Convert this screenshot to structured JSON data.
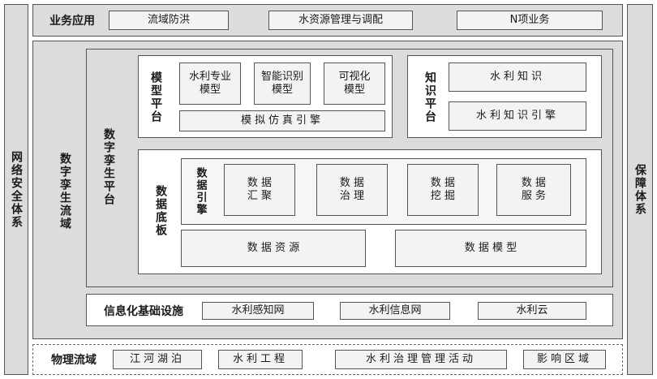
{
  "left_side": "网络安全体系",
  "right_side": "保障体系",
  "business": {
    "title": "业务应用",
    "items": [
      "流域防洪",
      "水资源管理与调配",
      "N项业务"
    ]
  },
  "twin_basin": "数字孪生流域",
  "twin_platform": "数字孪生平台",
  "model_platform": {
    "title": "模型平台",
    "models": [
      "水利专业\n模型",
      "智能识别\n模型",
      "可视化\n模型"
    ],
    "engine": "模拟仿真引擎"
  },
  "knowledge_platform": {
    "title": "知识平台",
    "items": [
      "水利知识",
      "水利知识引擎"
    ]
  },
  "data_base": {
    "title": "数据底板",
    "engine_title": "数据引擎",
    "engine_items": [
      "数 据\n汇 聚",
      "数 据\n治 理",
      "数 据\n挖 掘",
      "数 据\n服 务"
    ],
    "resources": "数 据 资 源",
    "model": "数 据 模 型"
  },
  "infrastructure": {
    "title": "信息化基础设施",
    "items": [
      "水利感知网",
      "水利信息网",
      "水利云"
    ]
  },
  "physical": {
    "title": "物理流域",
    "items": [
      "江河湖泊",
      "水利工程",
      "水利治理管理活动",
      "影响区域"
    ]
  }
}
